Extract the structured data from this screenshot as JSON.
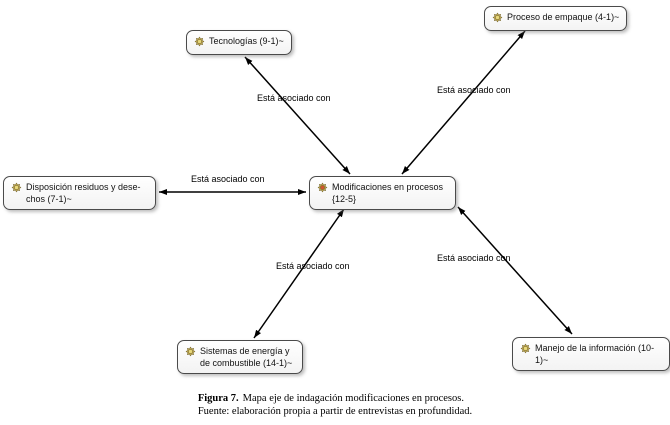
{
  "nodes": [
    {
      "label": "Tecnologías (9-1)~"
    },
    {
      "label": "Proceso de empaque (4-1)~"
    },
    {
      "label": "Disposición residuos y dese-\nchos (7-1)~"
    },
    {
      "label": "Modificaciones en procesos\n{12-5}"
    },
    {
      "label": "Sistemas de energía y\nde combustible (14-1)~"
    },
    {
      "label": "Manejo de la información (10-1)~"
    }
  ],
  "edges": [
    {
      "from": "Modificaciones en procesos",
      "to": "Tecnologías",
      "label": "Está asociado con"
    },
    {
      "from": "Modificaciones en procesos",
      "to": "Proceso de empaque",
      "label": "Está asociado con"
    },
    {
      "from": "Modificaciones en procesos",
      "to": "Disposición residuos y desechos",
      "label": "Está asociado con"
    },
    {
      "from": "Modificaciones en procesos",
      "to": "Sistemas de energía y de combustible",
      "label": "Está asociado con"
    },
    {
      "from": "Modificaciones en procesos",
      "to": "Manejo de la información",
      "label": "Está asociado con"
    }
  ],
  "caption": {
    "figure": "Figura 7.",
    "title": "Mapa eje de indagación modificaciones en procesos.",
    "source": "Fuente: elaboración propia a partir de entrevistas en profundidad."
  },
  "colors": {
    "line": "#000000",
    "node_border": "#4a4a4a",
    "icon_gold": "#b9a14a",
    "icon_light": "#e8d87a",
    "icon_center": "#d0552f"
  }
}
